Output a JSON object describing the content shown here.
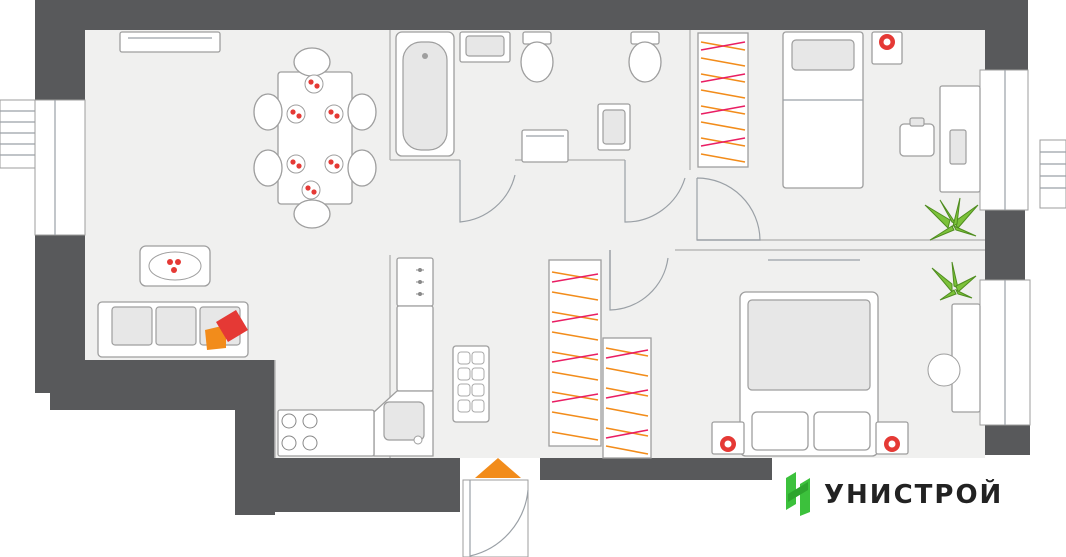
{
  "brand": {
    "name": "УНИСТРОЙ",
    "logo_icon": "unistroy-leaf-mark",
    "accent_color": "#3cc13c",
    "text_color": "#222222"
  },
  "plan": {
    "wall_color": "#58595b",
    "floor_color": "#f0f0ef",
    "entrance_marker_color": "#f28c1b",
    "rooms": [
      {
        "name": "living-dining",
        "fixtures": [
          "dining-table",
          "six-chairs",
          "sofa",
          "cushions",
          "coffee-table",
          "tv-unit"
        ]
      },
      {
        "name": "bathroom",
        "fixtures": [
          "bathtub",
          "sink",
          "toilet",
          "washing-machine"
        ]
      },
      {
        "name": "toilet-room",
        "fixtures": [
          "toilet",
          "sink"
        ]
      },
      {
        "name": "bedroom-1",
        "fixtures": [
          "single-bed",
          "wardrobe",
          "desk",
          "chair",
          "nightstand",
          "plant"
        ]
      },
      {
        "name": "bedroom-2",
        "fixtures": [
          "double-bed",
          "two-nightstands",
          "two-wardrobes",
          "vanity",
          "plant"
        ]
      },
      {
        "name": "hall-kitchen",
        "fixtures": [
          "kitchen-counter",
          "cooktop",
          "corner-sink",
          "bench",
          "entrance-door"
        ]
      }
    ]
  }
}
